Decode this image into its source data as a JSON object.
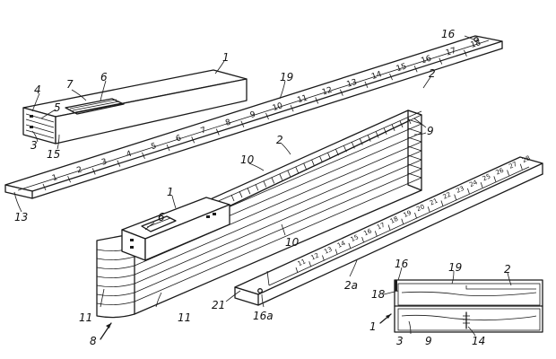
{
  "figure": {
    "upper_ruler_scale": [
      "1",
      "2",
      "3",
      "4",
      "5",
      "6",
      "7",
      "8",
      "9",
      "10",
      "11",
      "12",
      "13",
      "14",
      "15",
      "16",
      "17",
      "18"
    ],
    "lower_ruler_scale": [
      "11",
      "12",
      "13",
      "14",
      "15",
      "16",
      "17",
      "18",
      "19",
      "20",
      "21",
      "22",
      "23",
      "24",
      "25",
      "26",
      "27",
      "28"
    ],
    "labels": {
      "l1_case_top": "1",
      "l7": "7",
      "l6_top": "6",
      "l4": "4",
      "l5": "5",
      "l3_top": "3",
      "l15": "15",
      "l19_top": "19",
      "l16_top": "16",
      "l2_top": "2",
      "l13": "13",
      "l9_stack": "9",
      "l2_mid": "2",
      "l10_upper": "10",
      "l1_mid": "1",
      "l6_mid": "6",
      "l10_lower": "10",
      "l11_left": "11",
      "l11_right": "11",
      "l8": "8",
      "l21": "21",
      "l16a": "16a",
      "l2a": "2a",
      "l16_inset": "16",
      "l19_inset": "19",
      "l2_inset": "2",
      "l18": "18",
      "l1_inset": "1",
      "l3_inset": "3",
      "l9_inset": "9",
      "l14": "14"
    }
  }
}
